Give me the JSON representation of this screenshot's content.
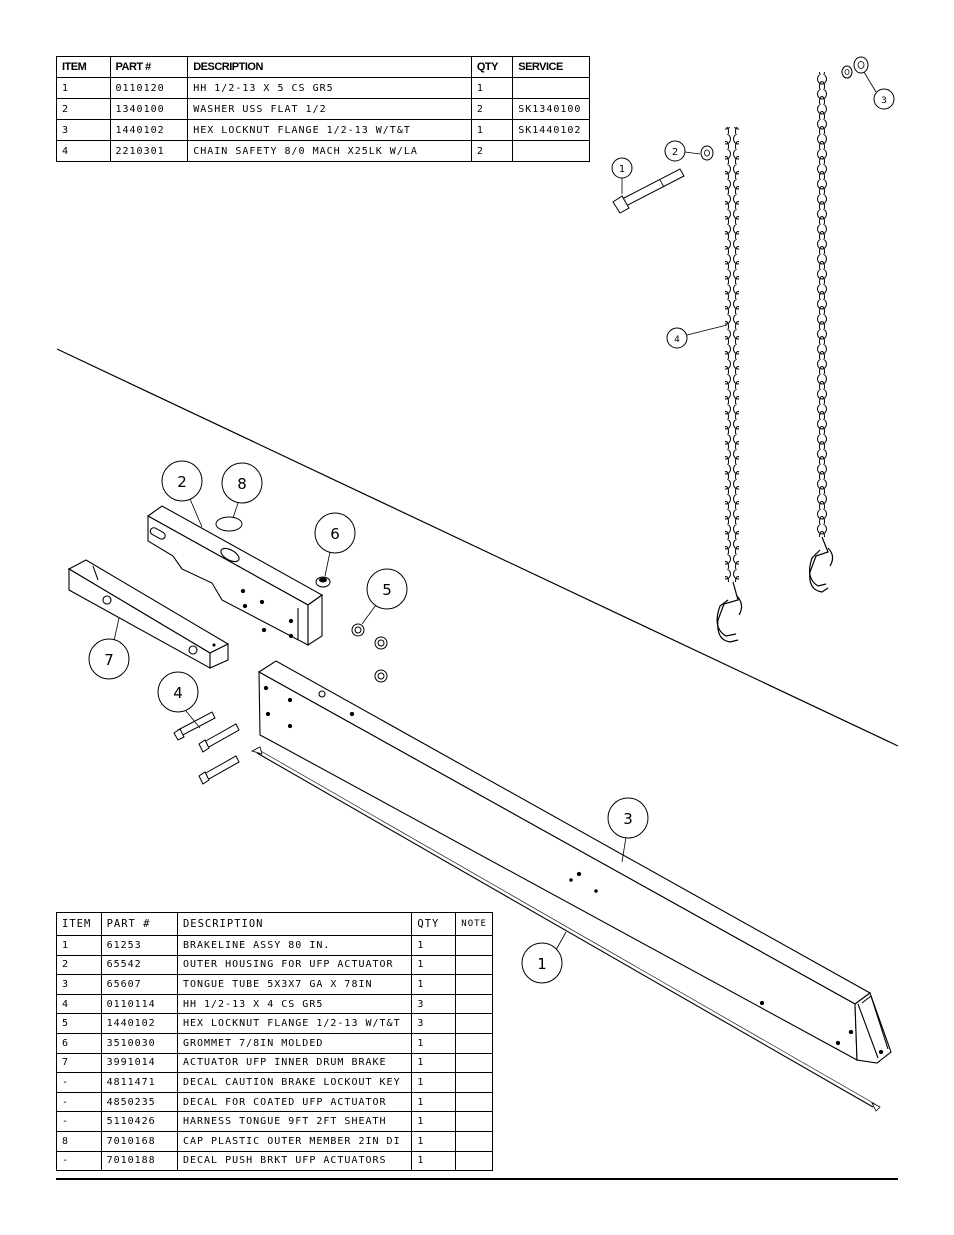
{
  "table_top": {
    "headers": [
      "ITEM",
      "PART #",
      "DESCRIPTION",
      "QTY",
      "SERVICE"
    ],
    "rows": [
      [
        "1",
        "0110120",
        "HH 1/2-13 X 5 CS GR5",
        "1",
        ""
      ],
      [
        "2",
        "1340100",
        "WASHER USS FLAT 1/2",
        "2",
        "SK1340100"
      ],
      [
        "3",
        "1440102",
        "HEX LOCKNUT FLANGE 1/2-13 W/T&T",
        "1",
        "SK1440102"
      ],
      [
        "4",
        "2210301",
        "CHAIN SAFETY 8/0 MACH X25LK W/LA",
        "2",
        ""
      ]
    ]
  },
  "table_bottom": {
    "headers": [
      "ITEM",
      "PART #",
      "DESCRIPTION",
      "QTY",
      "NOTE"
    ],
    "rows": [
      [
        "1",
        "61253",
        "BRAKELINE ASSY 80 IN.",
        "1",
        ""
      ],
      [
        "2",
        "65542",
        "OUTER HOUSING FOR UFP ACTUATOR",
        "1",
        ""
      ],
      [
        "3",
        "65607",
        "TONGUE TUBE 5X3X7 GA X 78IN",
        "1",
        ""
      ],
      [
        "4",
        "0110114",
        "HH 1/2-13 X 4 CS GR5",
        "3",
        ""
      ],
      [
        "5",
        "1440102",
        "HEX LOCKNUT FLANGE 1/2-13 W/T&T",
        "3",
        ""
      ],
      [
        "6",
        "3510030",
        "GROMMET  7/8IN MOLDED",
        "1",
        ""
      ],
      [
        "7",
        "3991014",
        "ACTUATOR UFP INNER  DRUM BRAKE",
        "1",
        ""
      ],
      [
        "-",
        "4811471",
        "DECAL CAUTION BRAKE LOCKOUT KEY",
        "1",
        ""
      ],
      [
        "-",
        "4850235",
        "DECAL FOR COATED UFP ACTUATOR",
        "1",
        ""
      ],
      [
        "-",
        "5110426",
        "HARNESS  TONGUE 9FT  2FT SHEATH",
        "1",
        ""
      ],
      [
        "8",
        "7010168",
        "CAP  PLASTIC OUTER MEMBER 2IN DI",
        "1",
        ""
      ],
      [
        "-",
        "7010188",
        "DECAL PUSH BRKT UFP ACTUATORS",
        "1",
        ""
      ]
    ]
  },
  "callouts_top": [
    "1",
    "2",
    "3",
    "4"
  ],
  "callouts_main": [
    "2",
    "8",
    "6",
    "5",
    "7",
    "4",
    "3",
    "1"
  ]
}
